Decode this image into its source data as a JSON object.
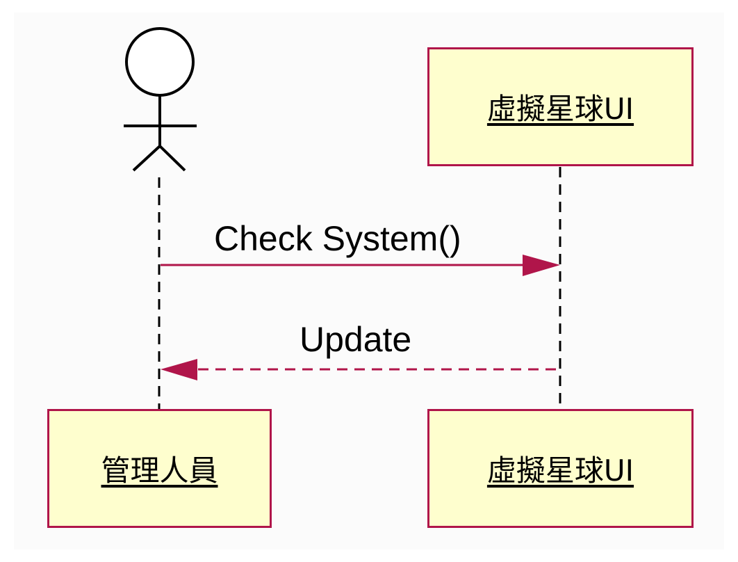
{
  "diagram": {
    "type": "sequence",
    "participants": [
      {
        "id": "admin",
        "kind": "actor",
        "label": "管理人員"
      },
      {
        "id": "ui",
        "kind": "object",
        "label": "虛擬星球UI"
      }
    ],
    "messages": [
      {
        "from": "admin",
        "to": "ui",
        "label": "Check System()",
        "style": "solid"
      },
      {
        "from": "ui",
        "to": "admin",
        "label": "Update",
        "style": "dashed"
      }
    ],
    "colors": {
      "box_fill": "#fefece",
      "box_border": "#b0154a",
      "arrow": "#b0154a",
      "lifeline": "#000000"
    }
  }
}
